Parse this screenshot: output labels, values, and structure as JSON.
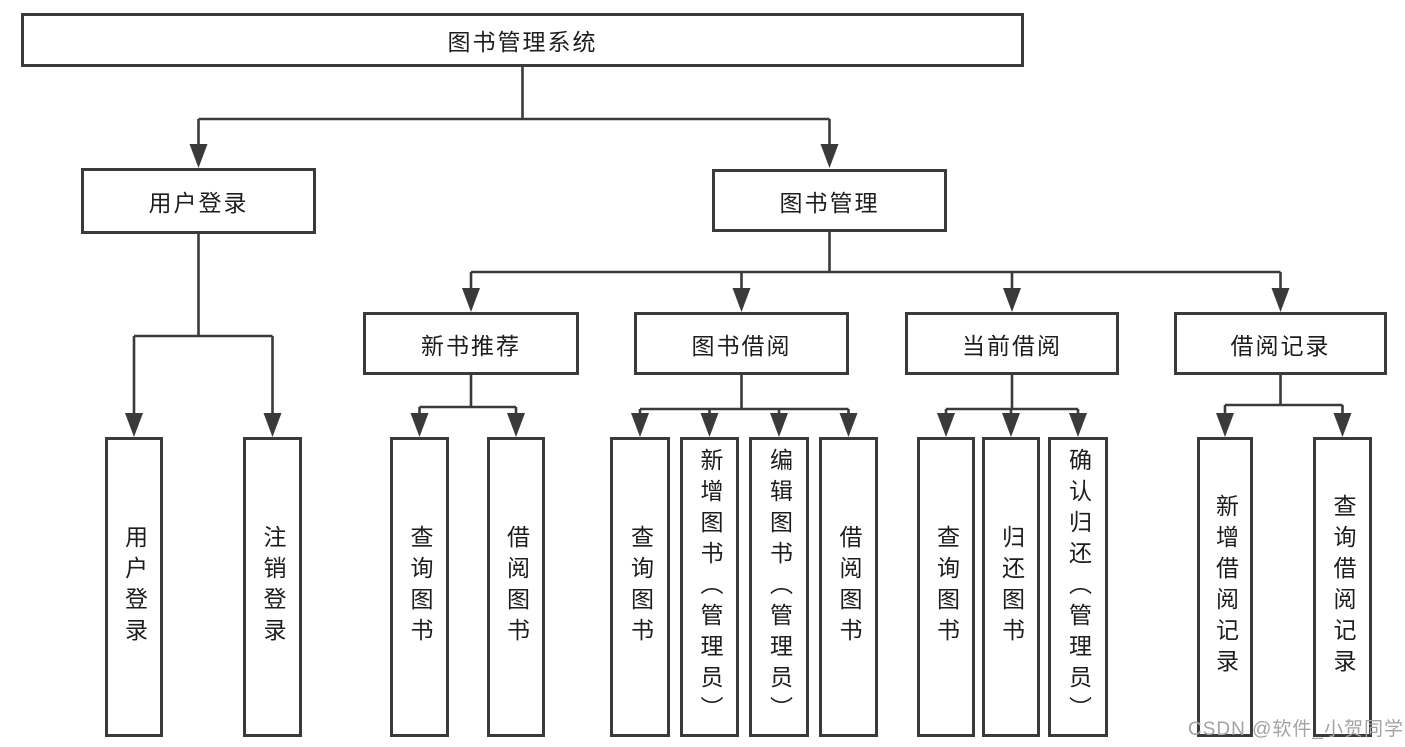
{
  "colors": {
    "line": "#3a3a3a",
    "box_border": "#3a3a3a",
    "box_fill": "#ffffff",
    "text": "#1d1d1f",
    "watermark": "#a3a3a3"
  },
  "watermark": {
    "text": "CSDN @软件_小贺同学"
  },
  "tree": {
    "root": {
      "label": "图书管理系统"
    },
    "children": [
      {
        "label": "用户登录",
        "children": [
          {
            "label": "用户登录"
          },
          {
            "label": "注销登录"
          }
        ]
      },
      {
        "label": "图书管理",
        "children": [
          {
            "label": "新书推荐",
            "children": [
              {
                "label": "查询图书"
              },
              {
                "label": "借阅图书"
              }
            ]
          },
          {
            "label": "图书借阅",
            "children": [
              {
                "label": "查询图书"
              },
              {
                "label": "新增图书（管理员）"
              },
              {
                "label": "编辑图书（管理员）"
              },
              {
                "label": "借阅图书"
              }
            ]
          },
          {
            "label": "当前借阅",
            "children": [
              {
                "label": "查询图书"
              },
              {
                "label": "归还图书"
              },
              {
                "label": "确认归还（管理员）"
              }
            ]
          },
          {
            "label": "借阅记录",
            "children": [
              {
                "label": "新增借阅记录"
              },
              {
                "label": "查询借阅记录"
              }
            ]
          }
        ]
      }
    ]
  }
}
